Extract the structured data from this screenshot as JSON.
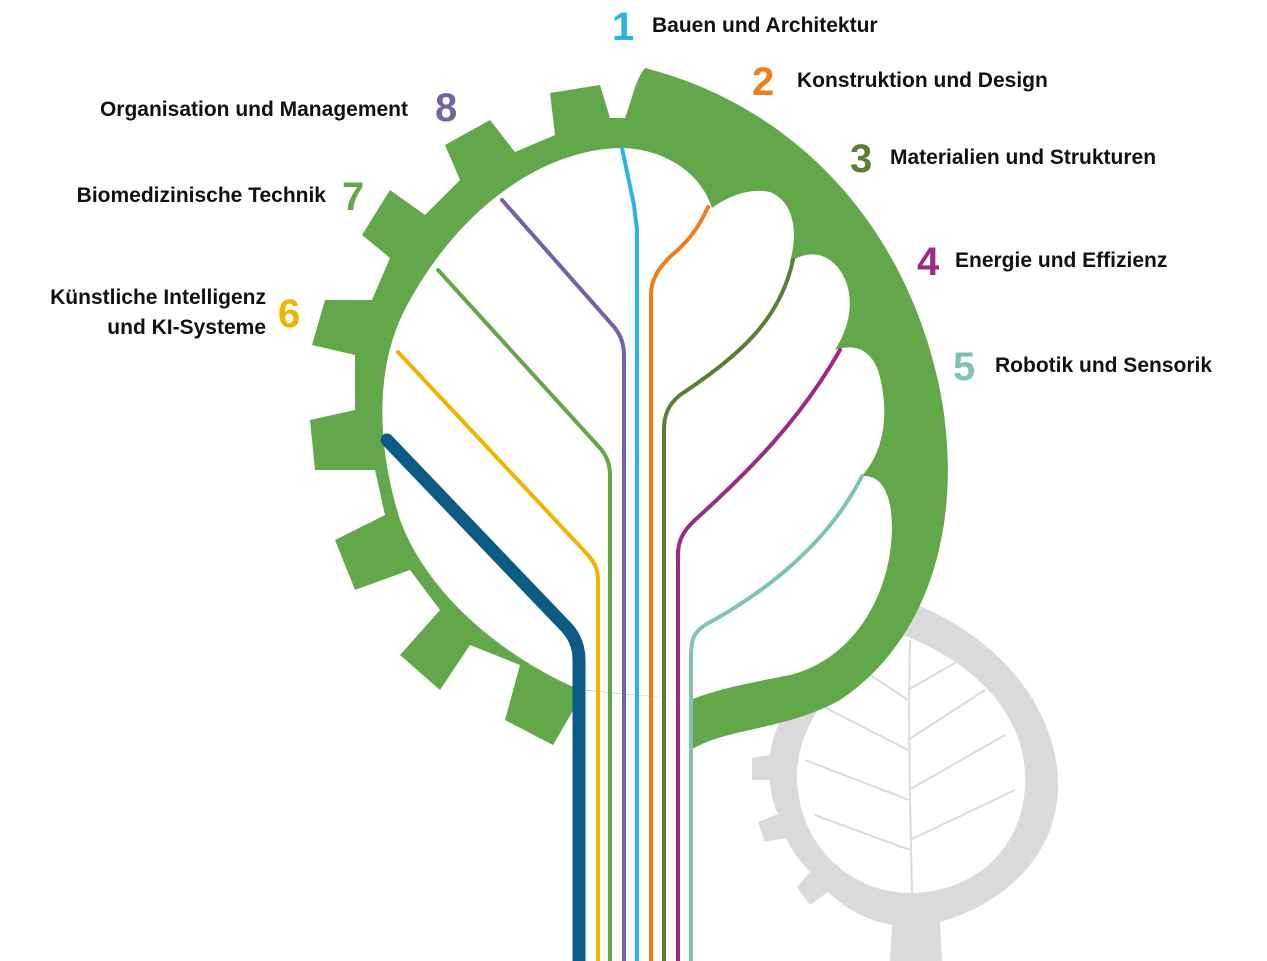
{
  "colors": {
    "gear_leaf": "#62a749",
    "background_leaf": "#dadada",
    "background_leaf_veins": "#ffffff"
  },
  "categories": [
    {
      "number": "1",
      "label": "Bauen und Architektur",
      "color": "#29b4e6"
    },
    {
      "number": "2",
      "label": "Konstruktion und Design",
      "color": "#ef7d1a"
    },
    {
      "number": "3",
      "label": "Materialien und Strukturen",
      "color": "#5b7e33"
    },
    {
      "number": "4",
      "label": "Energie und Effizienz",
      "color": "#9c2b84"
    },
    {
      "number": "5",
      "label": "Robotik und Sensorik",
      "color": "#7ec4b0"
    },
    {
      "number": "6",
      "label_line1": "Künstliche Intelligenz",
      "label_line2": "und KI-Systeme",
      "color": "#f0b400"
    },
    {
      "number": "7",
      "label": "Biomedizinische Technik",
      "color": "#62a749"
    },
    {
      "number": "8",
      "label": "Organisation und Management",
      "color": "#7262a6"
    },
    {
      "color": "#0d5a85"
    }
  ]
}
